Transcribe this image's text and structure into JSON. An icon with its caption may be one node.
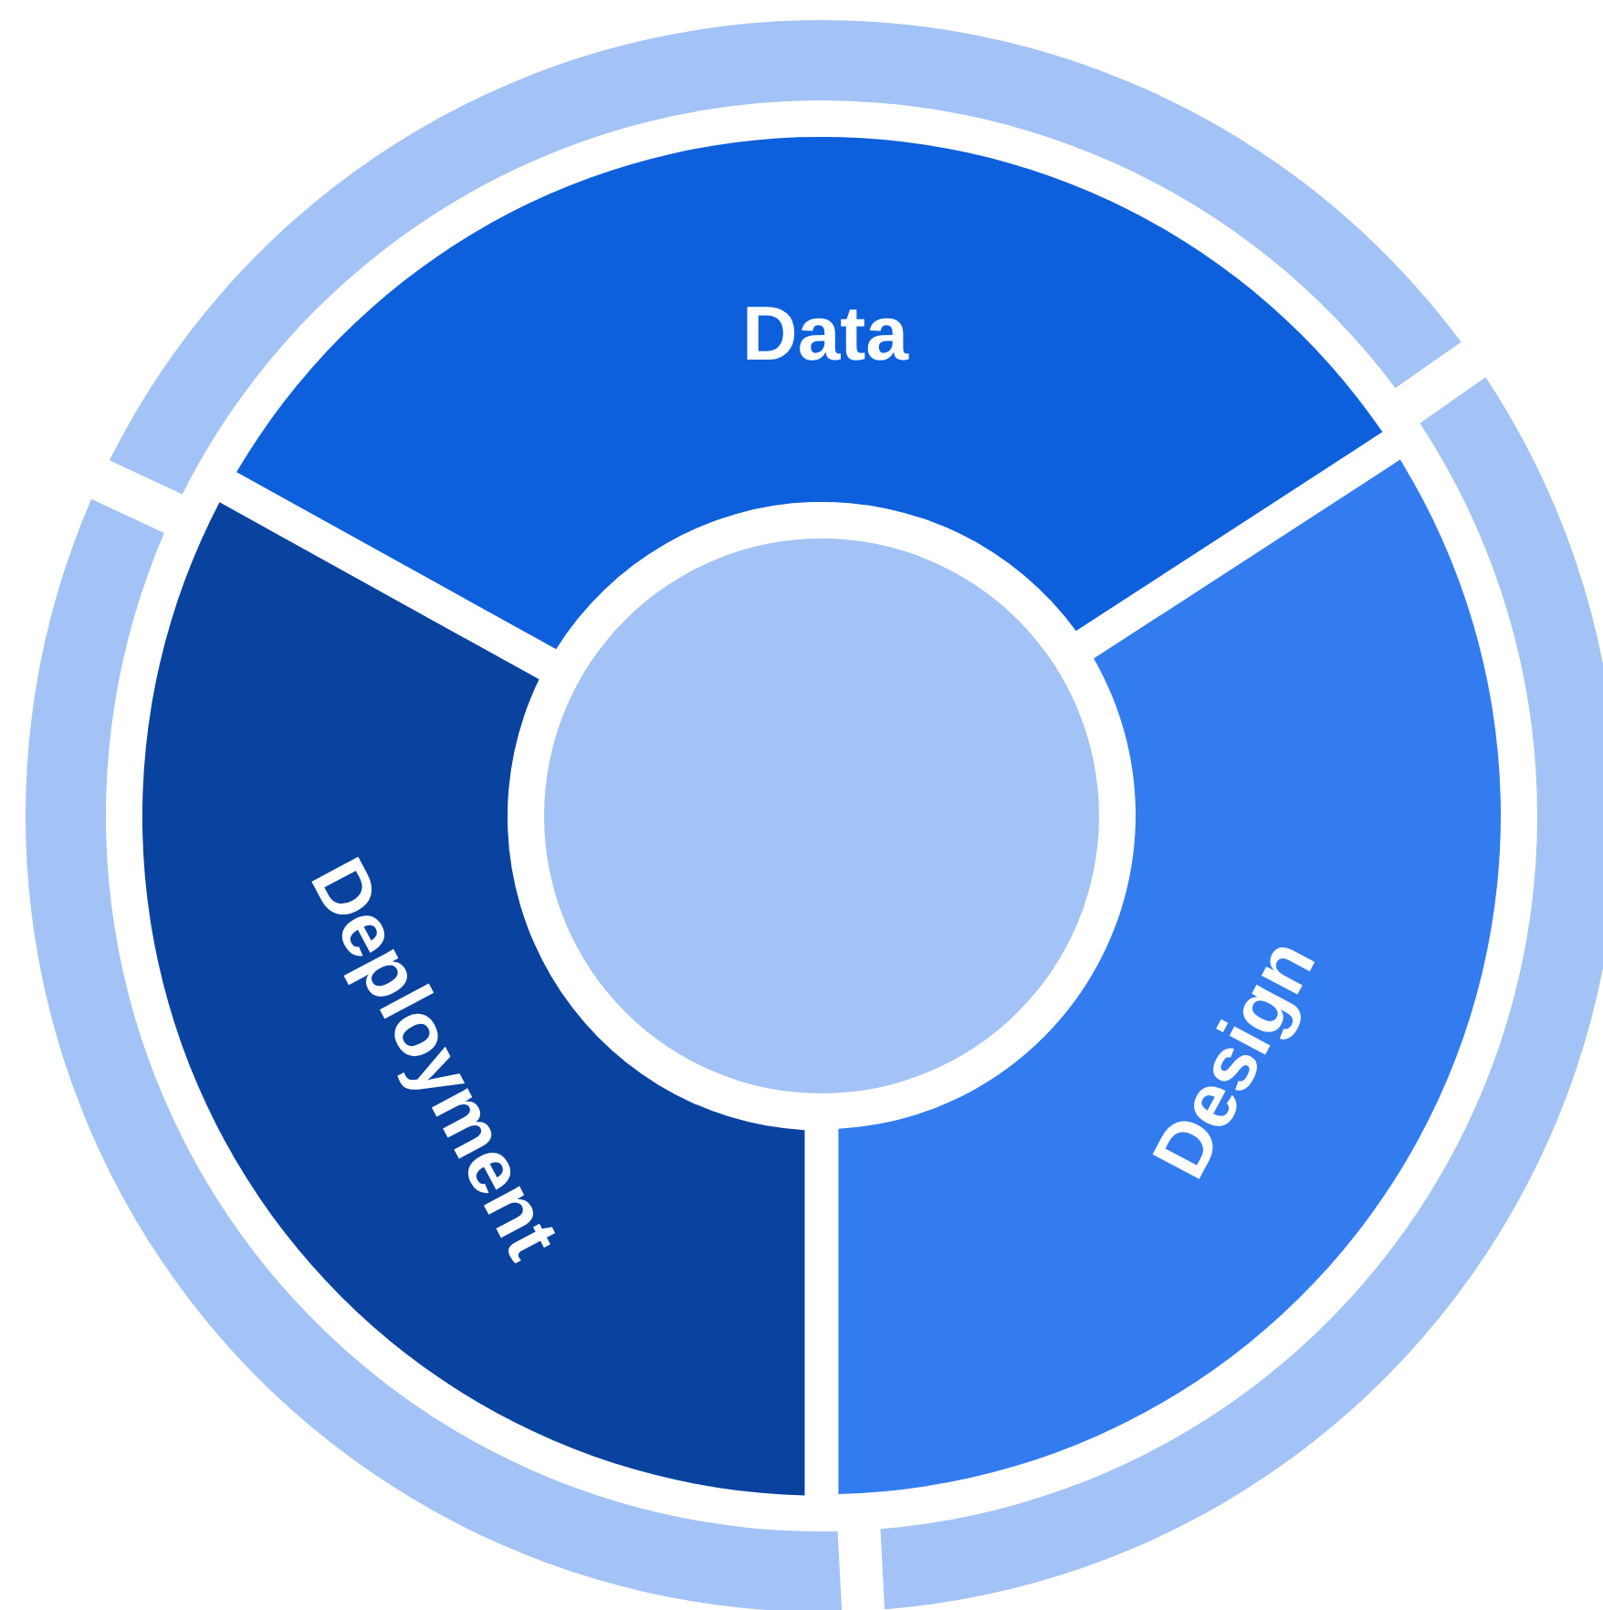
{
  "diagram": {
    "nodes": [
      {
        "text": [
          "Data"
        ]
      },
      {
        "text": [
          "Design"
        ]
      },
      {
        "text": [
          "Deployment"
        ]
      },
      {
        "text": [],
        "shape": "circle"
      }
    ]
  }
}
